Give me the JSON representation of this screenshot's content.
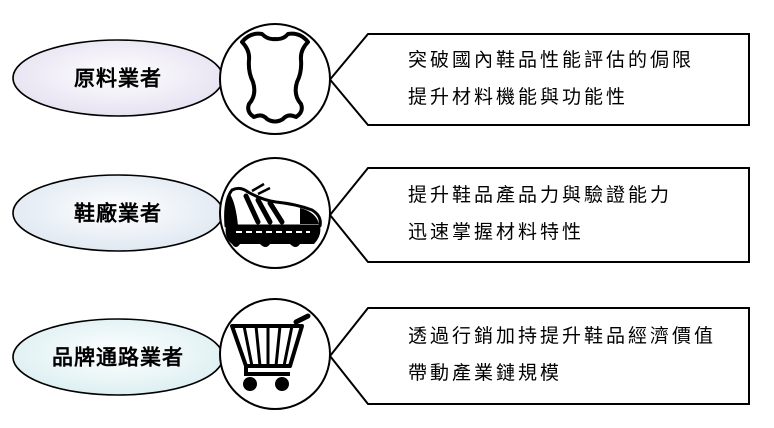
{
  "rows": [
    {
      "label": "原料業者",
      "icon": "leather-hide-icon",
      "ellipse_color": "#e4dff0",
      "lines": [
        "突破國內鞋品性能評估的侷限",
        "提升材料機能與功能性"
      ]
    },
    {
      "label": "鞋廠業者",
      "icon": "sneaker-icon",
      "ellipse_color": "#dde6f0",
      "lines": [
        "提升鞋品產品力與驗證能力",
        "迅速掌握材料特性"
      ]
    },
    {
      "label": "品牌通路業者",
      "icon": "shopping-cart-icon",
      "ellipse_color": "#daeef1",
      "lines": [
        "透過行銷加持提升鞋品經濟價值",
        "帶動產業鏈規模"
      ]
    }
  ]
}
